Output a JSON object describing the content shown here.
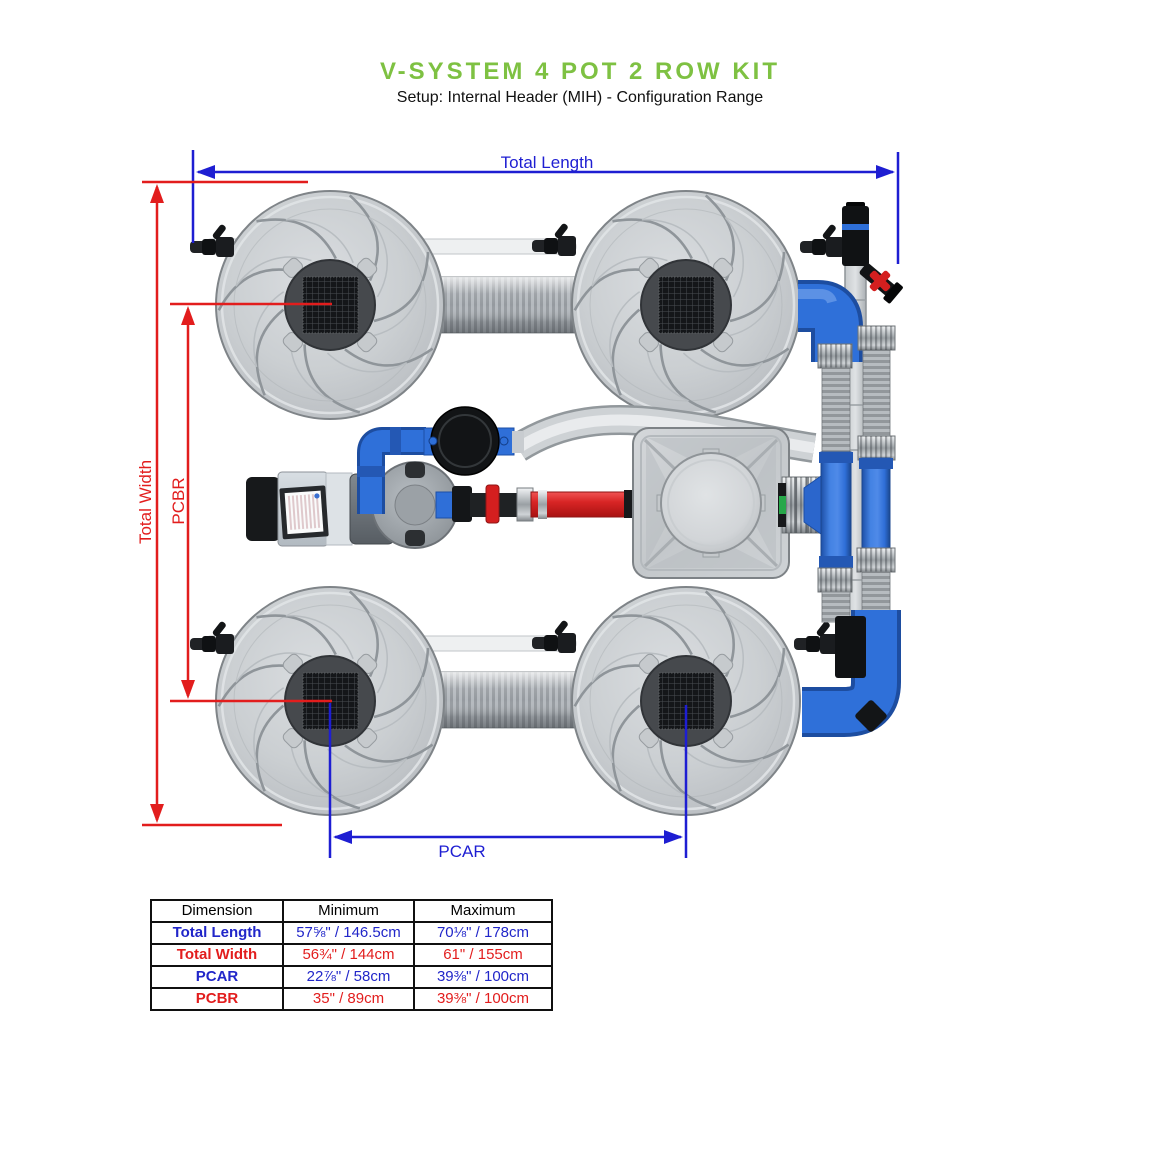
{
  "header": {
    "title": "V-SYSTEM 4 POT 2 ROW KIT",
    "subtitle": "Setup: Internal Header (MIH) - Configuration Range"
  },
  "diagram": {
    "labels": {
      "total_length": "Total Length",
      "total_width": "Total Width",
      "pcbr": "PCBR",
      "pcar": "PCAR"
    },
    "colors": {
      "title_green": "#7ec142",
      "dimension_blue": "#1e1ed2",
      "dimension_red": "#e21d1d",
      "pipe_blue": "#2f70d9",
      "valve_red": "#d41f1f"
    }
  },
  "table": {
    "headers": [
      "Dimension",
      "Minimum",
      "Maximum"
    ],
    "rows": [
      {
        "dimension": "Total Length",
        "minimum": "57⅝\" / 146.5cm",
        "maximum": "70⅛\" / 178cm",
        "color": "blue"
      },
      {
        "dimension": "Total Width",
        "minimum": "56¾\" / 144cm",
        "maximum": "61\" / 155cm",
        "color": "red"
      },
      {
        "dimension": "PCAR",
        "minimum": "22⅞\" / 58cm",
        "maximum": "39⅜\" / 100cm",
        "color": "blue"
      },
      {
        "dimension": "PCBR",
        "minimum": "35\" / 89cm",
        "maximum": "39⅜\" / 100cm",
        "color": "red"
      }
    ]
  }
}
